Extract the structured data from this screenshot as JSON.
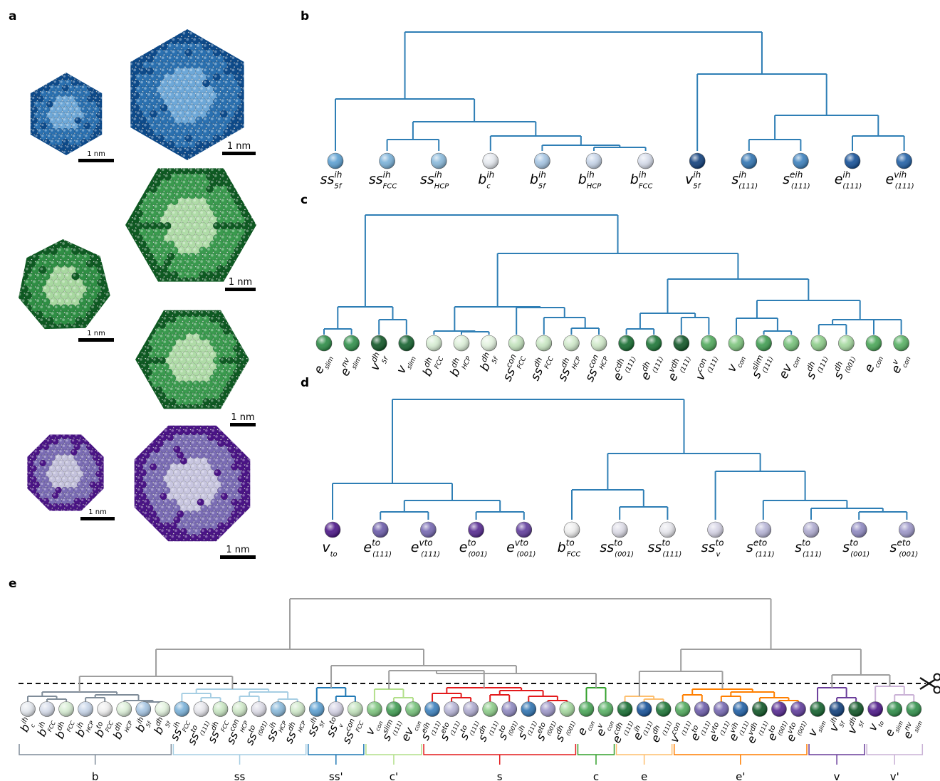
{
  "panels": {
    "a": {
      "label": "a",
      "scale": [
        "1 nm",
        "1 nm",
        "1 nm",
        "1 nm",
        "1 nm",
        "1 nm",
        "1 nm"
      ]
    },
    "b": {
      "label": "b",
      "line_color": "#2e7eb5",
      "leaves": [
        {
          "b": "ss",
          "sup": "ih",
          "sub": "5f",
          "color": "#5b9fd1"
        },
        {
          "b": "ss",
          "sup": "ih",
          "sub": "FCC",
          "color": "#78b0d8"
        },
        {
          "b": "ss",
          "sup": "ih",
          "sub": "HCP",
          "color": "#88b8da"
        },
        {
          "b": "b",
          "sup": "ih",
          "sub": "c",
          "color": "#e4e8ee"
        },
        {
          "b": "b",
          "sup": "ih",
          "sub": "5f",
          "color": "#a4c4e2"
        },
        {
          "b": "b",
          "sup": "ih",
          "sub": "HCP",
          "color": "#c6d4e8"
        },
        {
          "b": "b",
          "sup": "ih",
          "sub": "FCC",
          "color": "#d6dcea"
        },
        {
          "b": "v",
          "sup": "ih",
          "sub": "5f",
          "color": "#0e3d7a"
        },
        {
          "b": "s",
          "sup": "ih",
          "sub": "(111)",
          "color": "#2e72b0"
        },
        {
          "b": "s",
          "sup": "eih",
          "sub": "(111)",
          "color": "#3a7fbc"
        },
        {
          "b": "e",
          "sup": "ih",
          "sub": "(111)",
          "color": "#124e96"
        },
        {
          "b": "e",
          "sup": "vih",
          "sub": "(111)",
          "color": "#1e5ea4"
        }
      ]
    },
    "c": {
      "label": "c",
      "line_color": "#2e7eb5",
      "leaves": [
        {
          "b": "e",
          "sup": "",
          "sub": "slim",
          "color": "#2a8a44"
        },
        {
          "b": "e",
          "sup": "nv",
          "sub": "slim",
          "color": "#2e8e48"
        },
        {
          "b": "v",
          "sup": "dh",
          "sub": "5f",
          "color": "#0e5424"
        },
        {
          "b": "v",
          "sup": "",
          "sub": "slim",
          "color": "#12602c"
        },
        {
          "b": "b",
          "sup": "dh",
          "sub": "FCC",
          "color": "#d6ecd2"
        },
        {
          "b": "b",
          "sup": "dh",
          "sub": "HCP",
          "color": "#dcefd8"
        },
        {
          "b": "b",
          "sup": "dh",
          "sub": "5f",
          "color": "#e2f2de"
        },
        {
          "b": "ss",
          "sup": "con",
          "sub": "FCC",
          "color": "#c2e2bc"
        },
        {
          "b": "ss",
          "sup": "dh",
          "sub": "FCC",
          "color": "#c8e6c2"
        },
        {
          "b": "ss",
          "sup": "dh",
          "sub": "HCP",
          "color": "#d0e9ca"
        },
        {
          "b": "ss",
          "sup": "con",
          "sub": "HCP",
          "color": "#cfe8c8"
        },
        {
          "b": "e",
          "sup": "cdh",
          "sub": "(111)",
          "color": "#136b2e"
        },
        {
          "b": "e",
          "sup": "dh",
          "sub": "(111)",
          "color": "#1a7434"
        },
        {
          "b": "e",
          "sup": "vdh",
          "sub": "(111)",
          "color": "#0e5424"
        },
        {
          "b": "v",
          "sup": "con",
          "sub": "(111)",
          "color": "#4ea85a"
        },
        {
          "b": "v",
          "sup": "",
          "sub": "con",
          "color": "#7cc47c"
        },
        {
          "b": "s",
          "sup": "slim",
          "sub": "(111)",
          "color": "#3e9c50"
        },
        {
          "b": "ev",
          "sup": "",
          "sub": "con",
          "color": "#74c078"
        },
        {
          "b": "s",
          "sup": "dh",
          "sub": "(111)",
          "color": "#8ccc88"
        },
        {
          "b": "s",
          "sup": "dh",
          "sub": "(001)",
          "color": "#a4d89e"
        },
        {
          "b": "e",
          "sup": "",
          "sub": "con",
          "color": "#48a656"
        },
        {
          "b": "e",
          "sup": "v",
          "sub": "con",
          "color": "#56b062"
        }
      ]
    },
    "d": {
      "label": "d",
      "line_color": "#2e7eb5",
      "leaves": [
        {
          "b": "v",
          "sup": "",
          "sub": "to",
          "color": "#4a1486"
        },
        {
          "b": "e",
          "sup": "to",
          "sub": "(111)",
          "color": "#6a5aa8"
        },
        {
          "b": "e",
          "sup": "vto",
          "sub": "(111)",
          "color": "#7466b0"
        },
        {
          "b": "e",
          "sup": "to",
          "sub": "(001)",
          "color": "#54278f"
        },
        {
          "b": "e",
          "sup": "vto",
          "sub": "(001)",
          "color": "#5e3a9a"
        },
        {
          "b": "b",
          "sup": "to",
          "sub": "FCC",
          "color": "#eeeeee"
        },
        {
          "b": "ss",
          "sup": "to",
          "sub": "(001)",
          "color": "#dcdbe6"
        },
        {
          "b": "ss",
          "sup": "to",
          "sub": "(111)",
          "color": "#e6e6ec"
        },
        {
          "b": "ss",
          "sup": "to",
          "sub": "v",
          "color": "#d4d2e4"
        },
        {
          "b": "s",
          "sup": "eto",
          "sub": "(111)",
          "color": "#b6b4d6"
        },
        {
          "b": "s",
          "sup": "to",
          "sub": "(111)",
          "color": "#aeaacf"
        },
        {
          "b": "s",
          "sup": "to",
          "sub": "(001)",
          "color": "#8e88c0"
        },
        {
          "b": "s",
          "sup": "eto",
          "sub": "(001)",
          "color": "#9c96c8"
        }
      ]
    },
    "e": {
      "label": "e",
      "cut_color": "#111111",
      "trunk_color": "#9e9e9e",
      "leaves": [
        {
          "b": "b",
          "sup": "ih",
          "sub": "c",
          "color": "#e4e8ee"
        },
        {
          "b": "b",
          "sup": "ih",
          "sub": "FCC",
          "color": "#d6dcea"
        },
        {
          "b": "b",
          "sup": "dh",
          "sub": "FCC",
          "color": "#d6ecd2"
        },
        {
          "b": "b",
          "sup": "ih",
          "sub": "HCP",
          "color": "#c6d4e8"
        },
        {
          "b": "b",
          "sup": "to",
          "sub": "FCC",
          "color": "#eeeeee"
        },
        {
          "b": "b",
          "sup": "dh",
          "sub": "HCP",
          "color": "#dcefd8"
        },
        {
          "b": "b",
          "sup": "ih",
          "sub": "5f",
          "color": "#a4c4e2"
        },
        {
          "b": "b",
          "sup": "dh",
          "sub": "5f",
          "color": "#e2f2de"
        },
        {
          "b": "ss",
          "sup": "ih",
          "sub": "FCC",
          "color": "#78b0d8"
        },
        {
          "b": "ss",
          "sup": "to",
          "sub": "(111)",
          "color": "#e6e6ec"
        },
        {
          "b": "ss",
          "sup": "dh",
          "sub": "FCC",
          "color": "#c8e6c2"
        },
        {
          "b": "ss",
          "sup": "con",
          "sub": "HCP",
          "color": "#cfe8c8"
        },
        {
          "b": "ss",
          "sup": "to",
          "sub": "(001)",
          "color": "#dcdbe6"
        },
        {
          "b": "ss",
          "sup": "ih",
          "sub": "HCP",
          "color": "#88b8da"
        },
        {
          "b": "ss",
          "sup": "dh",
          "sub": "HCP",
          "color": "#d0e9ca"
        },
        {
          "b": "ss",
          "sup": "ih",
          "sub": "5f",
          "color": "#5b9fd1"
        },
        {
          "b": "ss",
          "sup": "to",
          "sub": "v",
          "color": "#d4d2e4"
        },
        {
          "b": "ss",
          "sup": "con",
          "sub": "FCC",
          "color": "#c2e2bc"
        },
        {
          "b": "v",
          "sup": "",
          "sub": "con",
          "color": "#7cc47c"
        },
        {
          "b": "s",
          "sup": "slim",
          "sub": "(111)",
          "color": "#3e9c50"
        },
        {
          "b": "ev",
          "sup": "",
          "sub": "con",
          "color": "#74c078"
        },
        {
          "b": "s",
          "sup": "eih",
          "sub": "(111)",
          "color": "#3a7fbc"
        },
        {
          "b": "s",
          "sup": "eto",
          "sub": "(111)",
          "color": "#b6b4d6"
        },
        {
          "b": "s",
          "sup": "to",
          "sub": "(111)",
          "color": "#aeaacf"
        },
        {
          "b": "s",
          "sup": "dh",
          "sub": "(111)",
          "color": "#8ccc88"
        },
        {
          "b": "s",
          "sup": "to",
          "sub": "(001)",
          "color": "#8e88c0"
        },
        {
          "b": "s",
          "sup": "ih",
          "sub": "(111)",
          "color": "#2e72b0"
        },
        {
          "b": "s",
          "sup": "eto",
          "sub": "(001)",
          "color": "#9c96c8"
        },
        {
          "b": "s",
          "sup": "dh",
          "sub": "(001)",
          "color": "#a4d89e"
        },
        {
          "b": "e",
          "sup": "",
          "sub": "con",
          "color": "#48a656"
        },
        {
          "b": "e",
          "sup": "v",
          "sub": "con",
          "color": "#56b062"
        },
        {
          "b": "e",
          "sup": "cdh",
          "sub": "(111)",
          "color": "#136b2e"
        },
        {
          "b": "e",
          "sup": "ih",
          "sub": "(111)",
          "color": "#124e96"
        },
        {
          "b": "e",
          "sup": "dh",
          "sub": "(111)",
          "color": "#1a7434"
        },
        {
          "b": "v",
          "sup": "con",
          "sub": "(111)",
          "color": "#4ea85a"
        },
        {
          "b": "e",
          "sup": "to",
          "sub": "(111)",
          "color": "#6a5aa8"
        },
        {
          "b": "e",
          "sup": "vto",
          "sub": "(111)",
          "color": "#7466b0"
        },
        {
          "b": "e",
          "sup": "vih",
          "sub": "(111)",
          "color": "#1e5ea4"
        },
        {
          "b": "e",
          "sup": "vdh",
          "sub": "(111)",
          "color": "#0e5424"
        },
        {
          "b": "e",
          "sup": "to",
          "sub": "(001)",
          "color": "#54278f"
        },
        {
          "b": "e",
          "sup": "vto",
          "sub": "(001)",
          "color": "#5e3a9a"
        },
        {
          "b": "v",
          "sup": "",
          "sub": "slim",
          "color": "#12602c"
        },
        {
          "b": "v",
          "sup": "ih",
          "sub": "5f",
          "color": "#0e3d7a"
        },
        {
          "b": "v",
          "sup": "dh",
          "sub": "5f",
          "color": "#0e5424"
        },
        {
          "b": "v",
          "sup": "",
          "sub": "to",
          "color": "#4a1486"
        },
        {
          "b": "e",
          "sup": "",
          "sub": "slim",
          "color": "#2a8a44"
        },
        {
          "b": "e",
          "sup": "nv",
          "sub": "slim",
          "color": "#2e8e48"
        }
      ],
      "groups": [
        {
          "label": "b",
          "color": "#7f8c99",
          "count": 8
        },
        {
          "label": "ss",
          "color": "#a6cee3",
          "count": 7
        },
        {
          "label": "ss'",
          "color": "#1f78b4",
          "count": 3
        },
        {
          "label": "c'",
          "color": "#b2df8a",
          "count": 3
        },
        {
          "label": "s",
          "color": "#e31a1c",
          "count": 8
        },
        {
          "label": "c",
          "color": "#33a02c",
          "count": 2
        },
        {
          "label": "e",
          "color": "#fdbf6f",
          "count": 3
        },
        {
          "label": "e'",
          "color": "#ff7f00",
          "count": 7
        },
        {
          "label": "v",
          "color": "#6a3d9a",
          "count": 3
        },
        {
          "label": "v'",
          "color": "#cab2d6",
          "count": 3
        }
      ]
    }
  }
}
